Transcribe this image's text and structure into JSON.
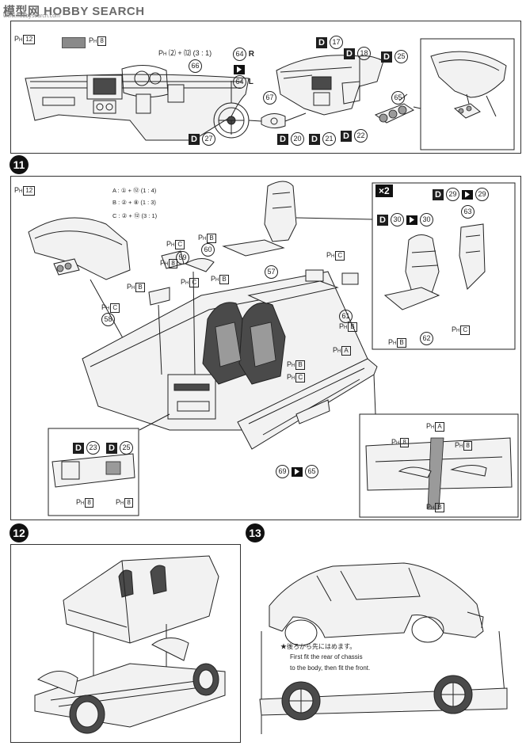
{
  "watermark": {
    "text": "模型网 HOBBY SEARCH",
    "sub": "www.hobbysearch.com"
  },
  "steps": [
    {
      "number": "11"
    },
    {
      "number": "12"
    },
    {
      "number": "13"
    }
  ],
  "top_panel": {
    "color_ref": "12",
    "swatch_ref": "8",
    "mix": "⑵ + ⑿ (3 : 1)",
    "parts": {
      "steering_wheel": "66",
      "r_piece": "64",
      "r_label": "R",
      "l_piece": "64",
      "l_label": "L",
      "bracket": "67",
      "vents": "65"
    },
    "decals": [
      "17",
      "18",
      "25",
      "20",
      "21",
      "22",
      "27"
    ]
  },
  "step11": {
    "color_ref": "12",
    "mixes": [
      "A : ① + ⑫ (1 : 4)",
      "B : ② + ⑧ (1 : 3)",
      "C : ② + ⑫ (3 : 1)"
    ],
    "x2": "×2",
    "seat_decals": {
      "d1": "29",
      "m1": "29",
      "d2": "30",
      "m2": "30",
      "m3": "63",
      "m4": "62"
    },
    "parts": [
      "57",
      "58",
      "59",
      "60",
      "61",
      "62",
      "63",
      "69"
    ],
    "inset_decals": [
      "23",
      "25"
    ],
    "side_mark": "65"
  },
  "step13": {
    "note_jp": "★後ろから先にはめます。",
    "note_en_1": "First fit the rear of chassis",
    "note_en_2": "to the body, then fit the front."
  },
  "ph_labels": {
    "A": "A",
    "B": "B",
    "C": "C",
    "eight": "8",
    "twelve": "12"
  }
}
